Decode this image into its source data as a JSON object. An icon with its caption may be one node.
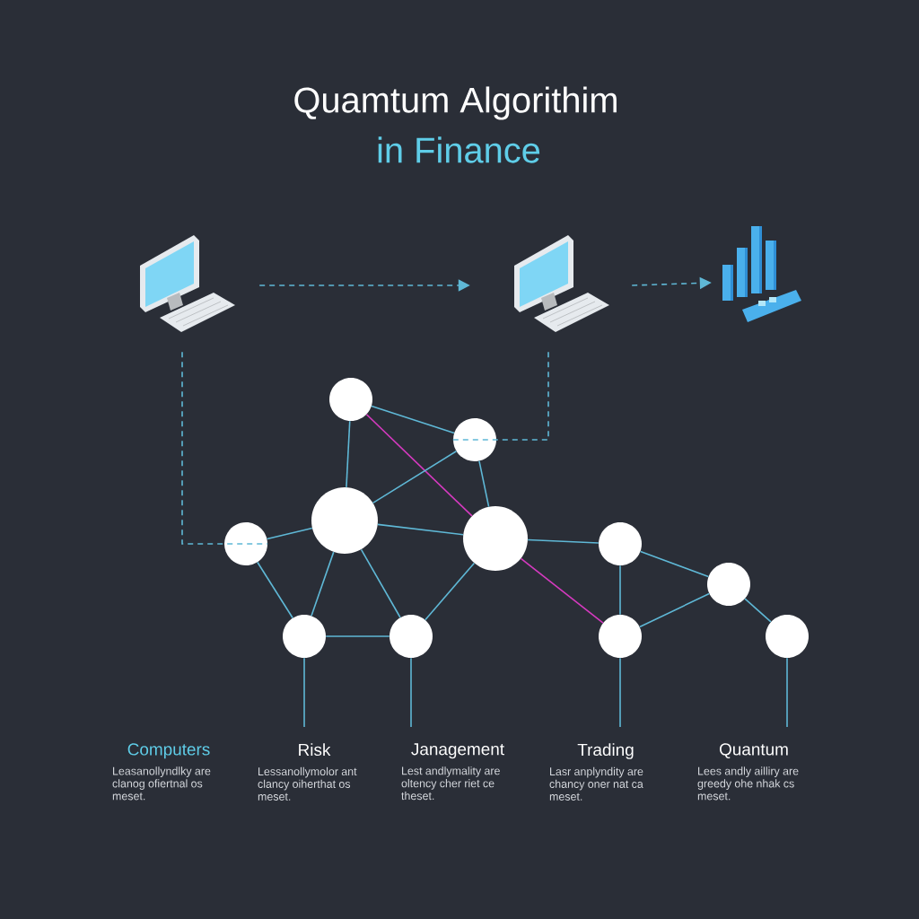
{
  "diagram": {
    "title": "Quamtum Algorithim",
    "nodes": [
      {
        "text": [],
        "shape": "picture"
      },
      {
        "text": [],
        "shape": "picture"
      },
      {
        "text": [],
        "shape": "picture"
      },
      {
        "text": [],
        "shape": "circle"
      },
      {
        "text": [],
        "shape": "circle"
      },
      {
        "text": [],
        "shape": "circle"
      },
      {
        "text": [],
        "shape": "circle"
      },
      {
        "text": [],
        "shape": "circle"
      },
      {
        "text": [],
        "shape": "circle"
      },
      {
        "text": [],
        "shape": "circle"
      },
      {
        "text": [],
        "shape": "circle"
      },
      {
        "text": [],
        "shape": "circle"
      },
      {
        "text": [],
        "shape": "circle"
      },
      {
        "text": [],
        "shape": "circle"
      },
      {
        "text": [
          "Computers",
          "Leasanollyndlky are clanog ofiertnal os meset."
        ]
      },
      {
        "text": [
          "Risk",
          "Lessanollymolor ant clancy oiherthat os meset."
        ]
      },
      {
        "text": [
          "Janagement",
          "Lest andlymality are oltency cher riet ce theset."
        ]
      },
      {
        "text": [
          "Trading",
          "Lasr anplyndity are chancy oner nat ca meset."
        ]
      },
      {
        "text": [
          "Quantum",
          "Lees andly ailliry are greedy ohe nhak cs meset."
        ]
      }
    ],
    "edges": [
      {
        "from": 0,
        "to": 1,
        "arrow": "to",
        "style": "dashed"
      },
      {
        "from": 1,
        "to": 2,
        "arrow": "to",
        "style": "dashed"
      },
      {
        "from": 0,
        "to": 6,
        "arrow": "none",
        "style": "dashed"
      },
      {
        "from": 1,
        "to": 4,
        "arrow": "none",
        "style": "dashed"
      },
      {
        "from": 3,
        "to": 4,
        "arrow": "none"
      },
      {
        "from": 3,
        "to": 5,
        "arrow": "none"
      },
      {
        "from": 3,
        "to": 7,
        "arrow": "none",
        "color": "#d63ac0"
      },
      {
        "from": 4,
        "to": 5,
        "arrow": "none"
      },
      {
        "from": 4,
        "to": 7,
        "arrow": "none"
      },
      {
        "from": 6,
        "to": 5,
        "arrow": "none"
      },
      {
        "from": 5,
        "to": 7,
        "arrow": "none"
      },
      {
        "from": 5,
        "to": 10,
        "arrow": "none"
      },
      {
        "from": 5,
        "to": 11,
        "arrow": "none"
      },
      {
        "from": 6,
        "to": 10,
        "arrow": "none"
      },
      {
        "from": 10,
        "to": 11,
        "arrow": "none"
      },
      {
        "from": 11,
        "to": 7,
        "arrow": "none"
      },
      {
        "from": 7,
        "to": 8,
        "arrow": "none"
      },
      {
        "from": 7,
        "to": 12,
        "arrow": "none",
        "color": "#d63ac0"
      },
      {
        "from": 8,
        "to": 12,
        "arrow": "none"
      },
      {
        "from": 8,
        "to": 9,
        "arrow": "none"
      },
      {
        "from": 12,
        "to": 9,
        "arrow": "none"
      },
      {
        "from": 9,
        "to": 13,
        "arrow": "none"
      },
      {
        "from": 10,
        "to": 15,
        "arrow": "none"
      },
      {
        "from": 11,
        "to": 16,
        "arrow": "none"
      },
      {
        "from": 12,
        "to": 17,
        "arrow": "none"
      },
      {
        "from": 13,
        "to": 18,
        "arrow": "none"
      }
    ],
    "labels": [
      "in Finance"
    ]
  }
}
